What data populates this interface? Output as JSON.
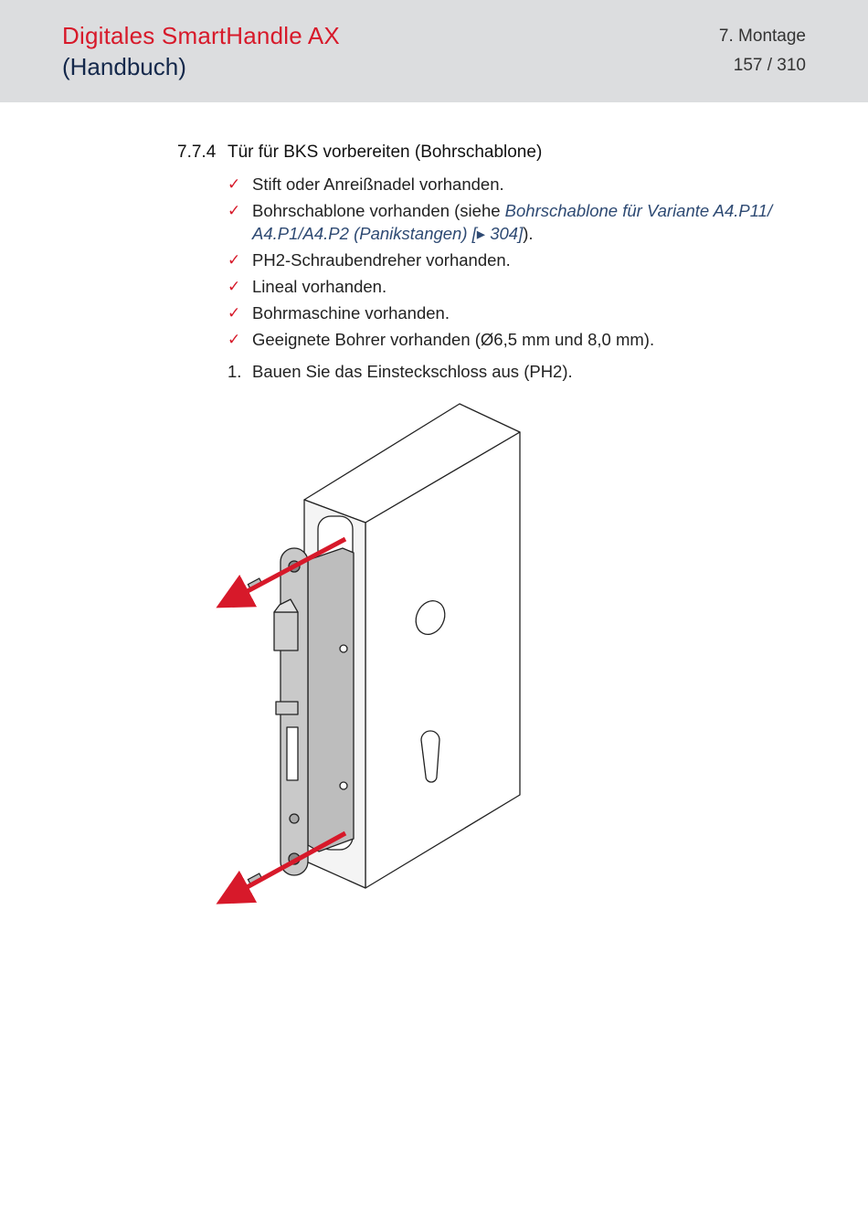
{
  "header": {
    "title_line1": "Digitales SmartHandle AX",
    "title_line2": "(Handbuch)",
    "chapter": "7. Montage",
    "page": "157 / 310"
  },
  "section": {
    "number": "7.7.4",
    "title": "Tür für BKS vorbereiten (Bohrschablone)"
  },
  "checklist": [
    {
      "text": "Stift oder Anreißnadel vorhanden."
    },
    {
      "text_before": "Bohrschablone vorhanden (siehe ",
      "link": "Bohrschablone für Variante A4.P11/ A4.P1/A4.P2 (Panikstangen) [",
      "link_arrow": "▸",
      "link_page": " 304]",
      "text_after": ")."
    },
    {
      "text": "PH2-Schraubendreher vorhanden."
    },
    {
      "text": "Lineal vorhanden."
    },
    {
      "text": "Bohrmaschine vorhanden."
    },
    {
      "text": "Geeignete Bohrer vorhanden (Ø6,5 mm und 8,0 mm)."
    }
  ],
  "step": {
    "number": "1.",
    "text": "Bauen Sie das Einsteckschloss aus (PH2)."
  },
  "colors": {
    "brand_red": "#d7192a",
    "navy": "#14284b",
    "header_bg": "#dcdddf",
    "link": "#2e4a73",
    "lock_grey": "#bdbdbd"
  },
  "icons": {
    "check": "checkmark-icon",
    "arrow": "arrow-right-icon"
  }
}
